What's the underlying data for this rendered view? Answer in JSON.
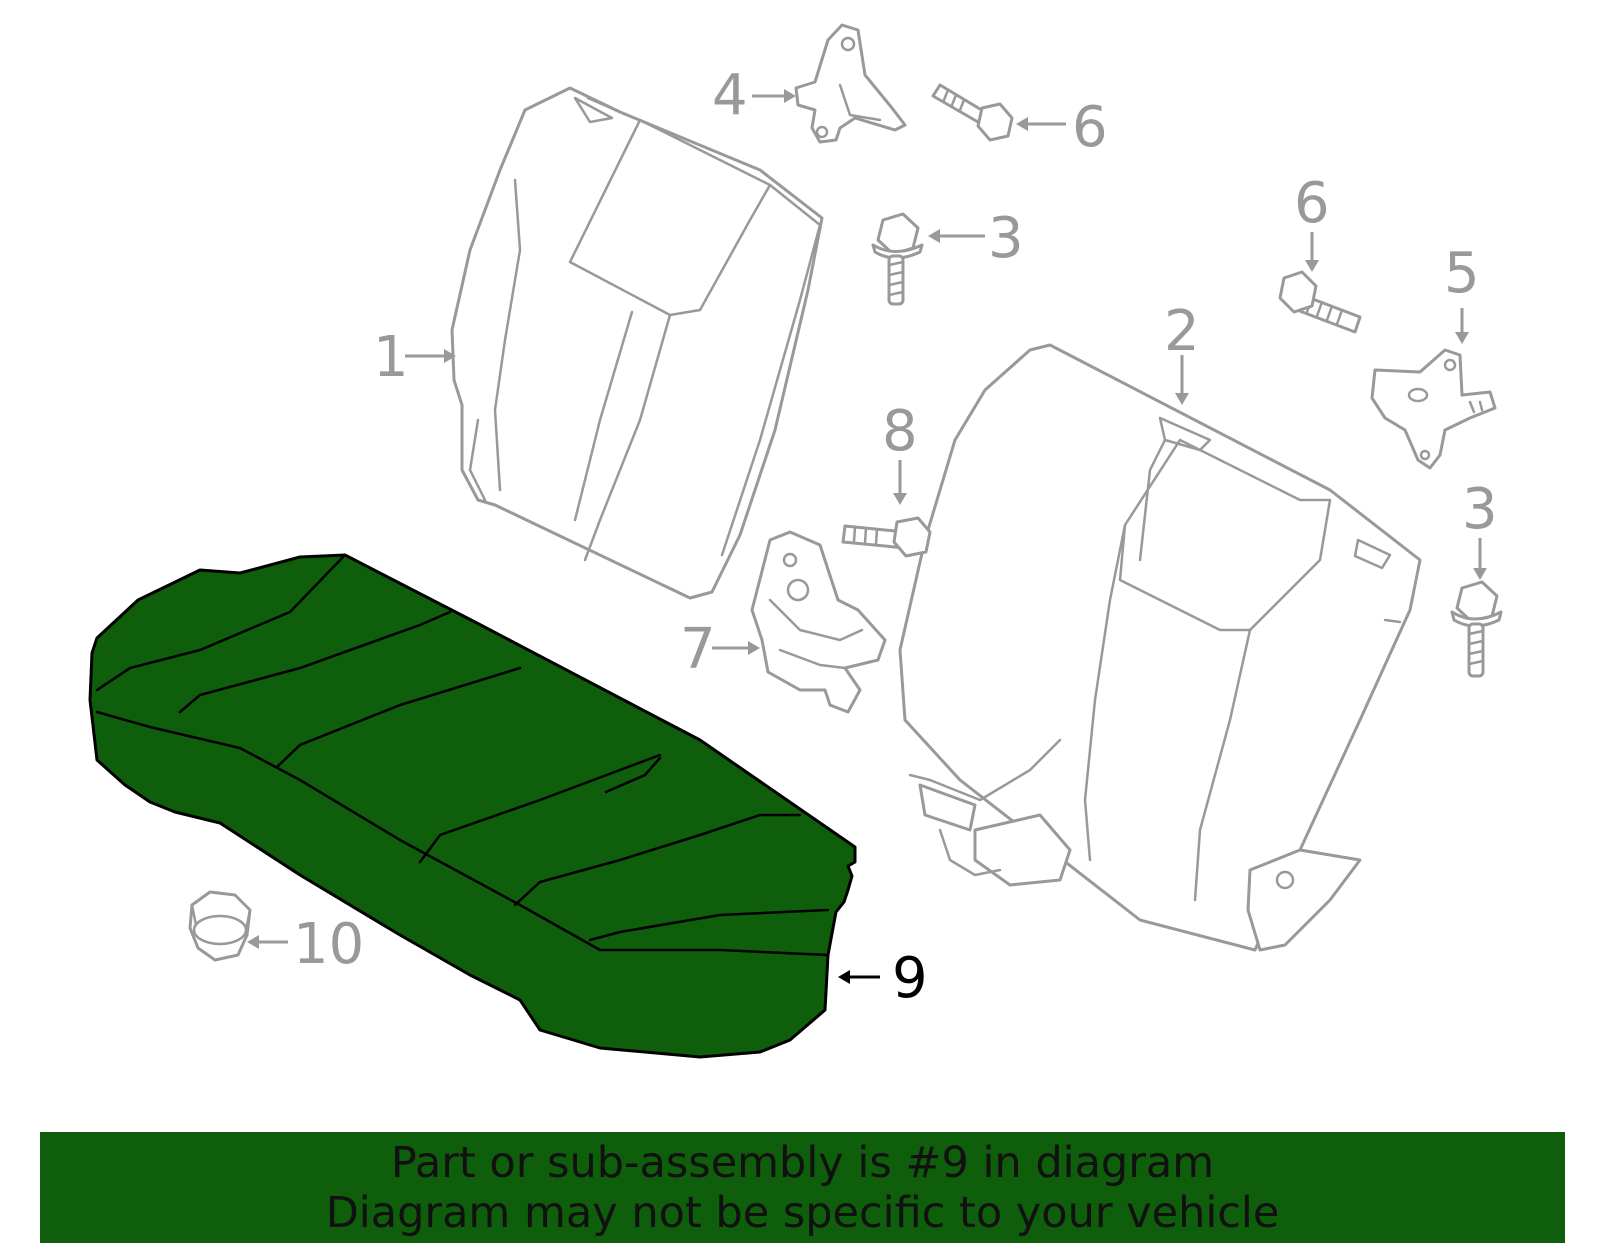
{
  "colors": {
    "highlight_fill": "#0f5e0c",
    "banner_bg": "#0f5e0c",
    "outline": "#999999",
    "active_outline": "#000000"
  },
  "callouts": {
    "c1": "1",
    "c2": "2",
    "c3a": "3",
    "c3b": "3",
    "c4": "4",
    "c5": "5",
    "c6a": "6",
    "c6b": "6",
    "c7": "7",
    "c8": "8",
    "c9": "9",
    "c10": "10"
  },
  "banner": {
    "line1": "Part or sub-assembly is #9 in diagram",
    "line2": "Diagram may not be specific to your vehicle"
  }
}
